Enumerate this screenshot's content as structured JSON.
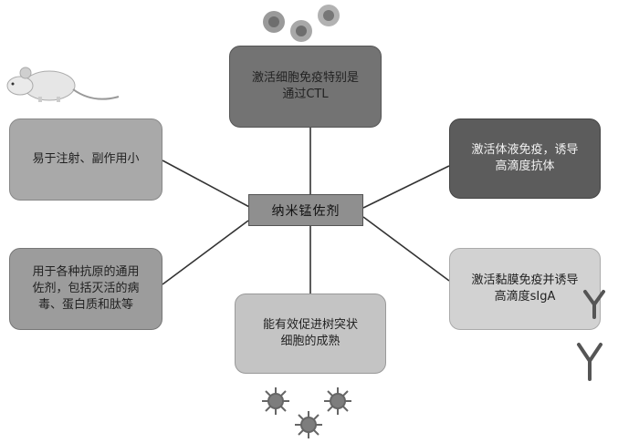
{
  "center": {
    "label": "纳米锰佐剂"
  },
  "nodes": {
    "top": "激活细胞免疫特别是\n通过CTL",
    "upper_left": "易于注射、副作用小",
    "upper_right": "激活体液免疫，诱导\n高滴度抗体",
    "lower_left": "用于各种抗原的通用\n佐剂，包括灭活的病\n毒、蛋白质和肽等",
    "bottom": "能有效促进树突状\n细胞的成熟",
    "lower_right": "激活黏膜免疫并诱导\n高滴度sIgA"
  },
  "icons": [
    "mouse-icon",
    "cells-icon",
    "dendritic-cell-icon",
    "antibody-icon"
  ]
}
